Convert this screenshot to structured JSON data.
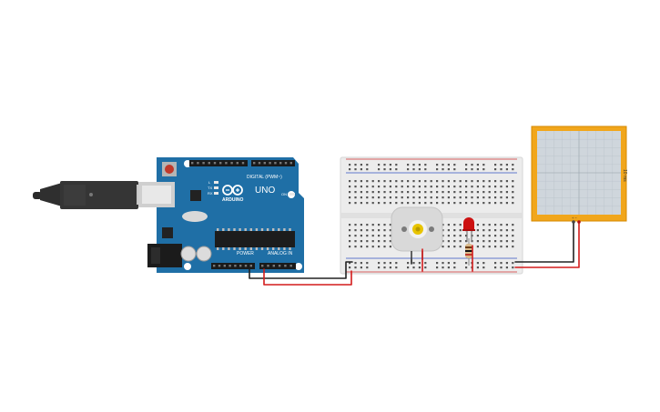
{
  "canvas": {
    "background": "#ffffff"
  },
  "arduino": {
    "brand": "ARDUINO",
    "model": "UNO",
    "digital_header_label": "DIGITAL (PWM~)",
    "power_label": "POWER",
    "analog_label": "ANALOG IN",
    "led_labels": [
      "L",
      "TX",
      "RX",
      "ON"
    ],
    "board_color": "#1f6fa6"
  },
  "usb_plug": {
    "icon": "usb-cable-icon"
  },
  "breadboard": {
    "color": "#ececec",
    "rail_red": "#d03030",
    "rail_blue": "#3050c0"
  },
  "motor": {
    "icon": "dc-motor-icon",
    "shaft_color": "#e8c400"
  },
  "led": {
    "icon": "red-led-icon",
    "color": "#cc1111"
  },
  "resistor": {
    "icon": "resistor-icon"
  },
  "oscilloscope": {
    "label": "10 ms",
    "bottom_label": "+ −",
    "frame_color": "#f1a61b",
    "screen_color": "#cfd6dc"
  },
  "wires": {
    "ground": "#222222",
    "power": "#d41c1c"
  }
}
